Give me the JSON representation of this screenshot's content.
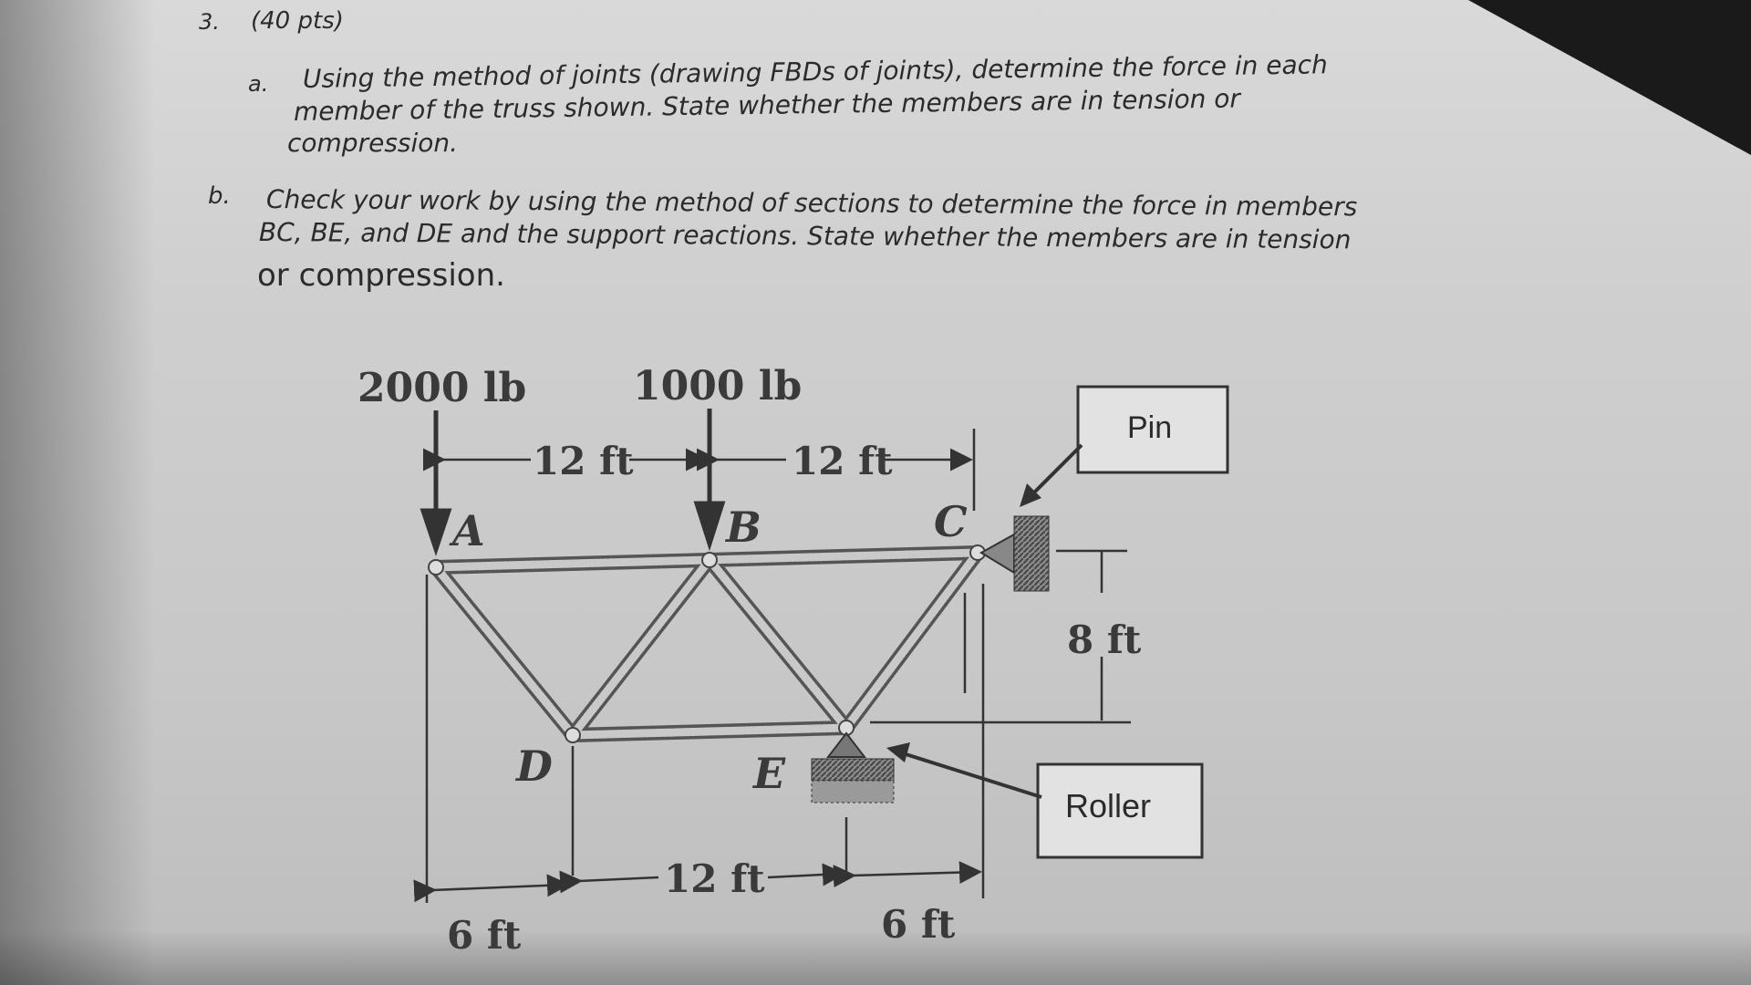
{
  "problem": {
    "number": "3.",
    "points": "(40 pts)",
    "part_a": {
      "label": "a.",
      "line1": "Using the method of joints (drawing FBDs of joints), determine the force in each",
      "line2": "member of the truss shown.  State whether the members are in tension or",
      "line3": "compression."
    },
    "part_b": {
      "label": "b.",
      "line1": "Check your work by using the method of sections to determine the force in members",
      "line2": "BC, BE, and DE and the support reactions.  State whether the members are in tension",
      "line3": "or compression."
    }
  },
  "figure": {
    "load_a": "2000 lb",
    "load_b": "1000 lb",
    "dim_top_left": "12 ft",
    "dim_top_right": "12 ft",
    "dim_height": "8 ft",
    "dim_bottom_left": "6 ft",
    "dim_bottom_mid": "12 ft",
    "dim_bottom_right": "6 ft",
    "joint_a": "A",
    "joint_b": "B",
    "joint_c": "C",
    "joint_d": "D",
    "joint_e": "E",
    "callout_pin": "Pin",
    "callout_roller": "Roller"
  }
}
